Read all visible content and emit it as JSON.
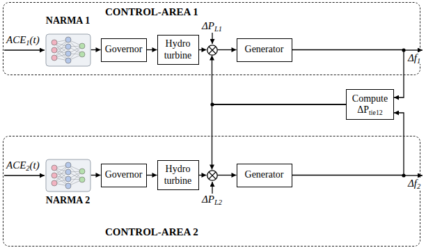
{
  "diagram": {
    "nodes": [
      {
        "text": [
          "CONTROL-AREA 1"
        ]
      },
      {
        "text": [
          "NARMA 1"
        ],
        "in": 0
      },
      {
        "text": [
          "Governor"
        ],
        "in": 0
      },
      {
        "text": [
          "Hydro turbine"
        ],
        "in": 0
      },
      {
        "text": [
          "ΔPL1"
        ],
        "in": 0
      },
      {
        "text": [
          "Generator"
        ],
        "in": 0
      },
      {
        "text": [
          "Compute ΔPtie12"
        ]
      },
      {
        "text": [
          "CONTROL-AREA 2"
        ]
      },
      {
        "text": [
          "NARMA 2"
        ],
        "in": 7
      },
      {
        "text": [
          "Governor"
        ],
        "in": 7
      },
      {
        "text": [
          "Hydro turbine"
        ],
        "in": 7
      },
      {
        "text": [
          "ΔPL2"
        ],
        "in": 7
      },
      {
        "text": [
          "Generator"
        ],
        "in": 7
      }
    ],
    "edges": [
      {
        "from": 1,
        "to": 2,
        "arrow": "to"
      },
      {
        "from": 2,
        "to": 3,
        "arrow": "to"
      },
      {
        "from": 3,
        "to": 4,
        "arrow": "to"
      },
      {
        "from": 4,
        "to": 5,
        "arrow": "to"
      },
      {
        "from": 5,
        "to": 6,
        "arrow": "to"
      },
      {
        "from": 6,
        "to": 4,
        "arrow": "to"
      },
      {
        "from": 6,
        "to": 11,
        "arrow": "to"
      },
      {
        "from": 8,
        "to": 9,
        "arrow": "to"
      },
      {
        "from": 9,
        "to": 10,
        "arrow": "to"
      },
      {
        "from": 10,
        "to": 11,
        "arrow": "to"
      },
      {
        "from": 11,
        "to": 12,
        "arrow": "to"
      },
      {
        "from": 12,
        "to": 6,
        "arrow": "to"
      }
    ],
    "labels": [
      "ACE1(t)",
      "Δf1",
      "ACE2(t)",
      "Δf2"
    ]
  }
}
